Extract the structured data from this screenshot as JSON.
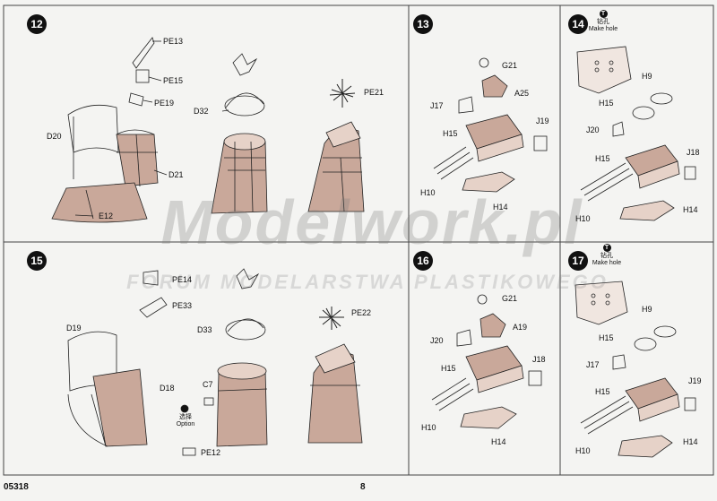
{
  "steps": [
    "12",
    "13",
    "14",
    "15",
    "16",
    "17"
  ],
  "footer": {
    "code": "05318",
    "page": "8"
  },
  "watermark": {
    "main": "Modelwork.pl",
    "sub": "FORUM MODELARSTWA PLASTIKOWEGO"
  },
  "labels": {
    "pe13": "PE13",
    "pe15": "PE15",
    "pe19": "PE19",
    "d20": "D20",
    "d21": "D21",
    "e12": "E12",
    "d32": "D32",
    "pe21": "PE21",
    "g21a": "G21",
    "a25": "A25",
    "j17a": "J17",
    "h15a": "H15",
    "j19a": "J19",
    "h10a": "H10",
    "h14a": "H14",
    "h9a": "H9",
    "h15b": "H15",
    "j20a": "J20",
    "h15c": "H15",
    "j18a": "J18",
    "h10b": "H10",
    "h14b": "H14",
    "pe14": "PE14",
    "pe33": "PE33",
    "d19": "D19",
    "d18": "D18",
    "d33": "D33",
    "pe22": "PE22",
    "c7": "C7",
    "pe12": "PE12",
    "g21b": "G21",
    "j20b": "J20",
    "a19": "A19",
    "h15d": "H15",
    "j18b": "J18",
    "h10c": "H10",
    "h14c": "H14",
    "h9b": "H9",
    "h15e": "H15",
    "j17b": "J17",
    "h15f": "H15",
    "j19b": "J19",
    "h10d": "H10",
    "h14d": "H14"
  },
  "notes": {
    "make_hole_14": "Make hole",
    "hole_cn_14": "钻孔",
    "make_hole_17": "Make hole",
    "hole_cn_17": "钻孔",
    "option_cn": "选择",
    "option": "Option"
  },
  "colors": {
    "part_fill": "#c9a89a",
    "line": "#222222",
    "grid": "#444444"
  }
}
